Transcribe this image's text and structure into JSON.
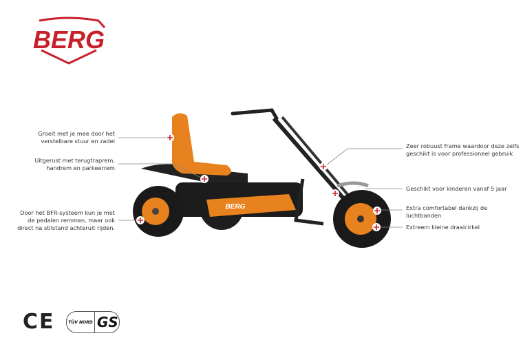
{
  "brand": {
    "logo_text": "BERG",
    "color": "#c8202a"
  },
  "features_left": [
    {
      "text": "Groeit met je mee door het\nverstelbare stuur en zadel"
    },
    {
      "text": "Uitgerust met terugtraprem,\nhandrem en parkeerrem"
    },
    {
      "text": "Door het BFR-systeem kun je met\nde pedalen remmen, maar ook\ndirect na stilstand achteruit rijden."
    }
  ],
  "features_right": [
    {
      "text": "Zeer robuust frame waardoor deze zelfs\ngeschikt is voor professioneel gebruik"
    },
    {
      "text": "Geschikt voor kinderen vanaf 5 jaar"
    },
    {
      "text": "Extra comfortabel dankzij de\nluchtbanden"
    },
    {
      "text": "Extreem kleine draaicirkel"
    }
  ],
  "product": {
    "chainguard_logo": "BERG",
    "accent_color": "#e8821e"
  },
  "certifications": {
    "ce": "CE",
    "tuv": "TÜV NORD",
    "gs": "GS"
  },
  "marker_icon": "plus-icon"
}
